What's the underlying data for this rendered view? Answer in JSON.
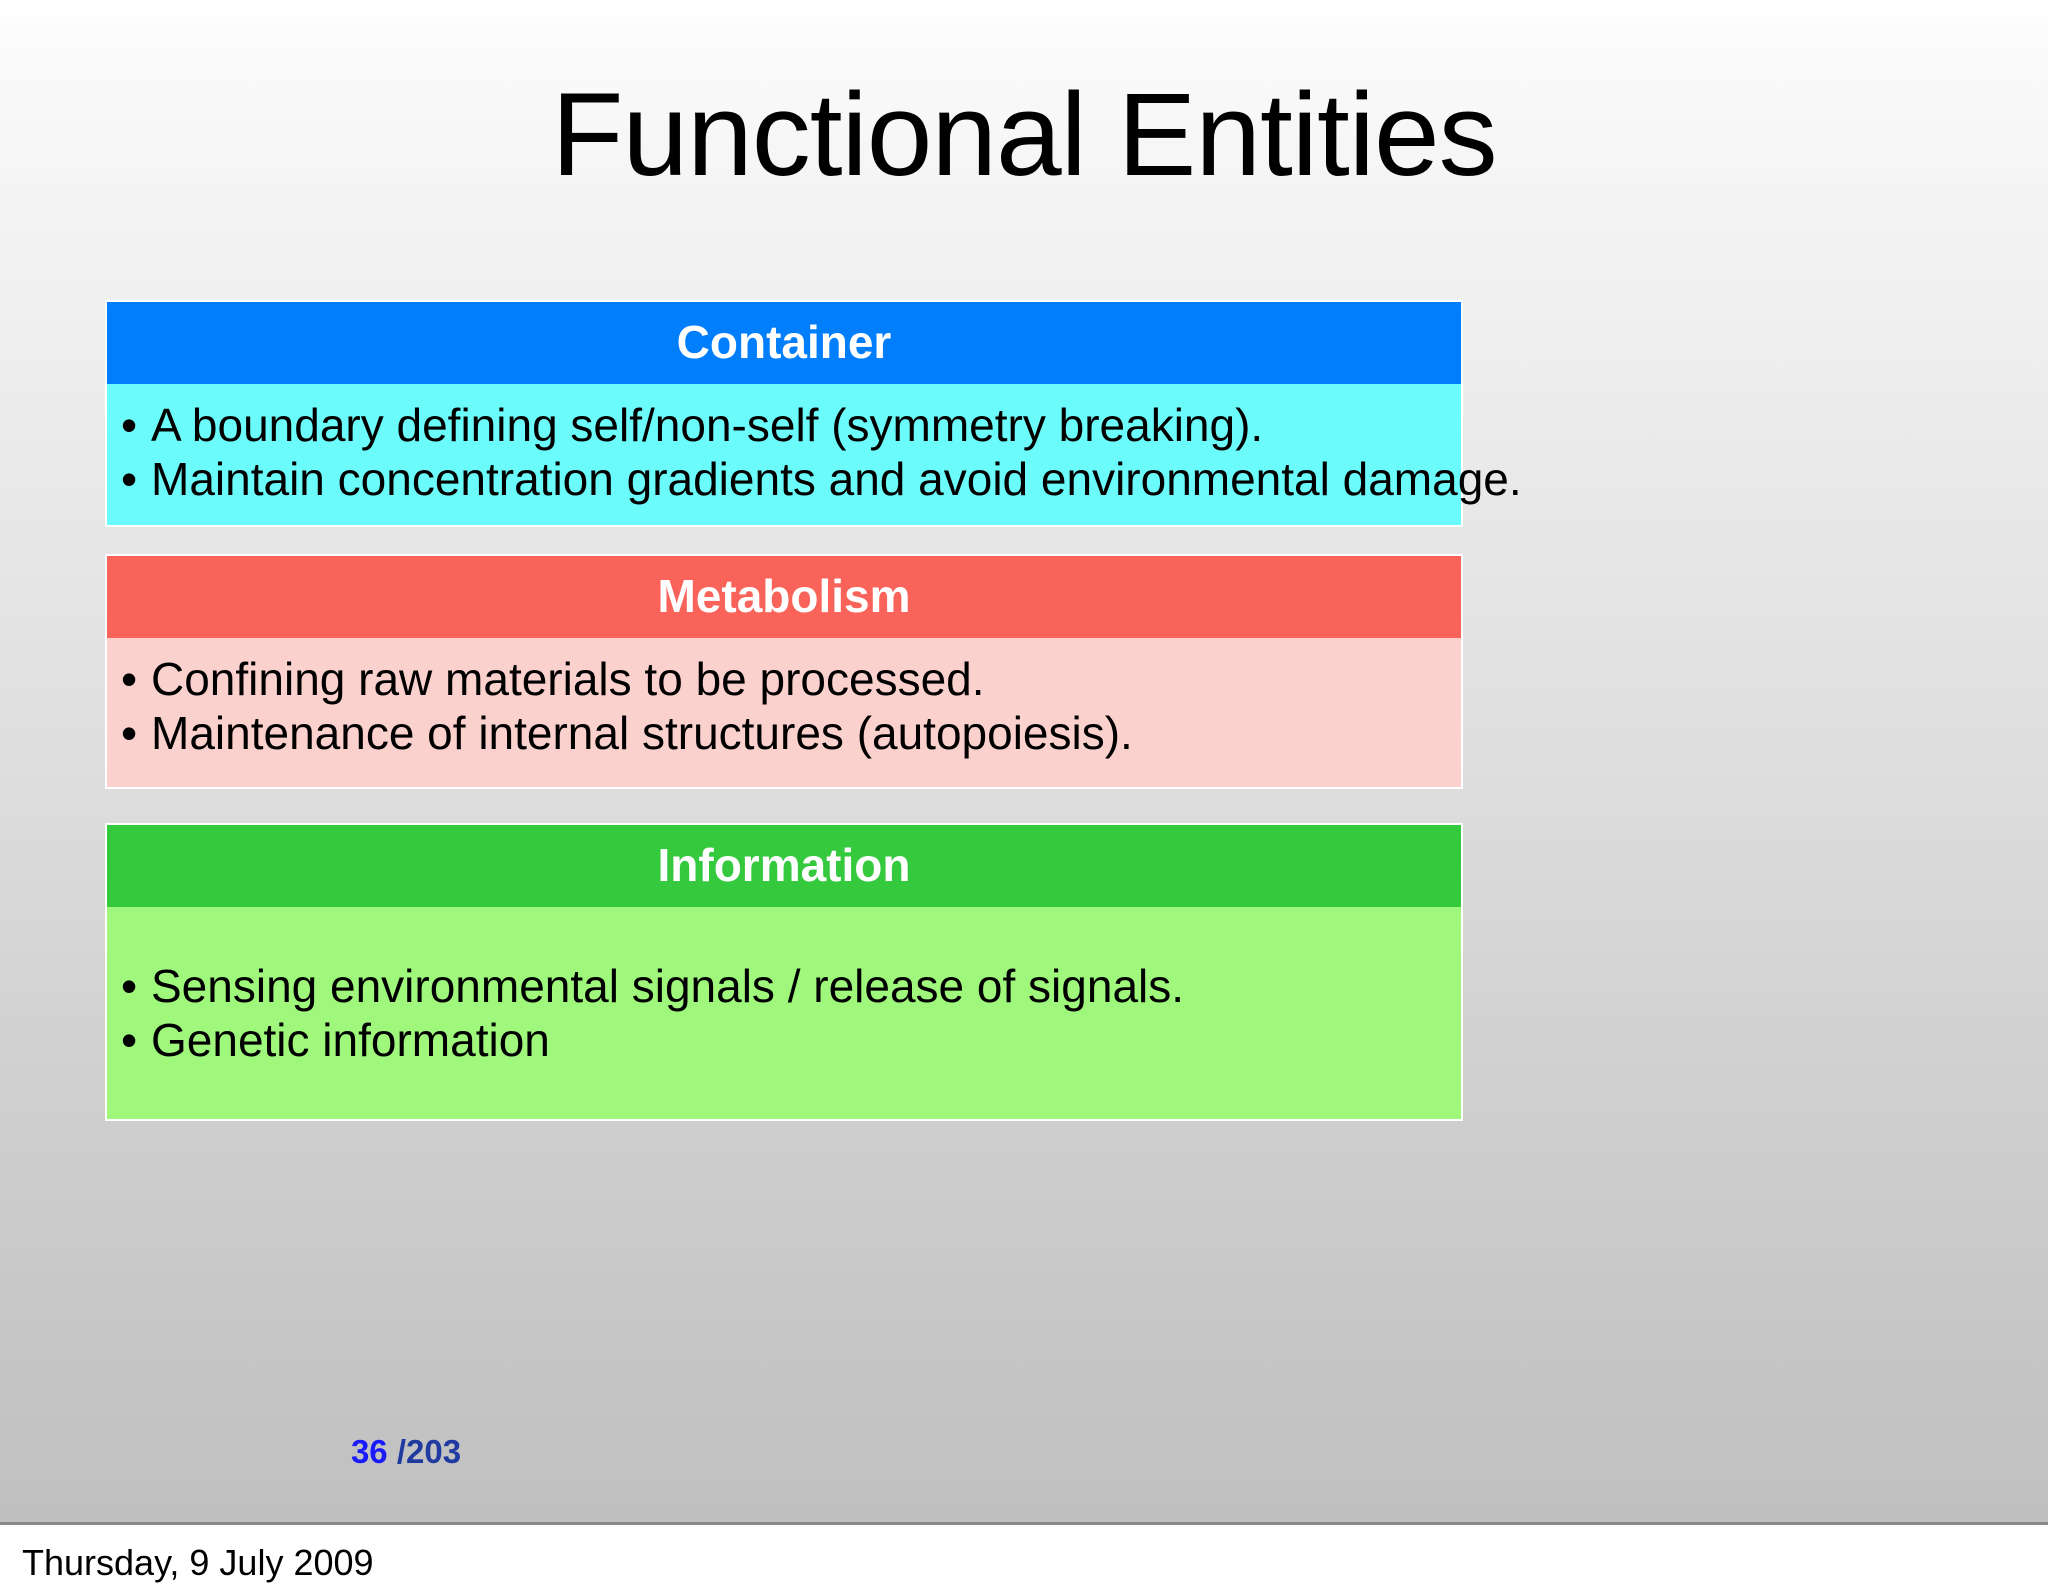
{
  "slide": {
    "title": "Functional Entities",
    "page_current": "36",
    "page_total": "/203",
    "footer_date": "Thursday, 9 July 2009",
    "colors": {
      "container_header_bg": "#007efc",
      "container_body_bg": "#6cfbfb",
      "metabolism_header_bg": "#fa6359",
      "metabolism_body_bg": "#fbd1ce",
      "information_header_bg": "#35c93e",
      "information_body_bg": "#9ff77c",
      "page_current_color": "#1a1aff",
      "page_total_color": "#1f3aa0"
    },
    "sections": [
      {
        "id": "container",
        "header": "Container",
        "bullets": [
          "A boundary defining self/non-self (symmetry breaking).",
          "Maintain concentration gradients and avoid environmental damage."
        ]
      },
      {
        "id": "metabolism",
        "header": "Metabolism",
        "bullets": [
          "Confining raw materials to be processed.",
          "Maintenance of internal structures (autopoiesis)."
        ]
      },
      {
        "id": "information",
        "header": "Information",
        "bullets": [
          "Sensing environmental signals / release of signals.",
          "Genetic information"
        ]
      }
    ],
    "bullet_glyph": "•"
  }
}
